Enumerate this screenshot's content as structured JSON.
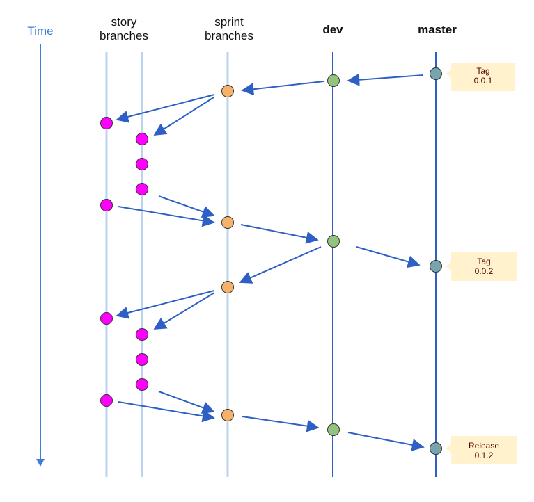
{
  "colors": {
    "accent": "#2d5fc4",
    "time_axis": "#3b7dd8",
    "lane_light": "#bcd3f0",
    "lane_dark": "#2d5fc4",
    "story_commit": "#ff00ff",
    "sprint_commit": "#f6b26b",
    "dev_commit": "#93c47d",
    "master_commit": "#76a5af",
    "tag_box": "#fff2cc",
    "tag_text": "#5a0000"
  },
  "time_label": "Time",
  "lanes": [
    {
      "id": "story-a",
      "label_lines": [
        "story",
        "branches"
      ],
      "style": "light"
    },
    {
      "id": "story-b",
      "label_lines": [],
      "style": "light"
    },
    {
      "id": "sprint",
      "label_lines": [
        "sprint",
        "branches"
      ],
      "style": "light"
    },
    {
      "id": "dev",
      "label_lines": [
        "dev"
      ],
      "style": "dark",
      "bold": true
    },
    {
      "id": "master",
      "label_lines": [
        "master"
      ],
      "style": "dark",
      "bold": true
    }
  ],
  "tags": [
    {
      "id": "tag-1",
      "lines": [
        "Tag",
        "0.0.1"
      ]
    },
    {
      "id": "tag-2",
      "lines": [
        "Tag",
        "0.0.2"
      ]
    },
    {
      "id": "tag-3",
      "lines": [
        "Release",
        "0.1.2"
      ]
    }
  ]
}
